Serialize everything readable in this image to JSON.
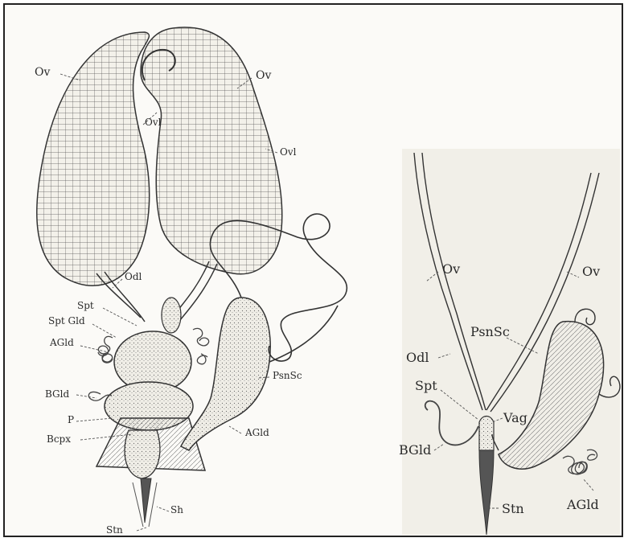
{
  "left_figure": {
    "labels": {
      "ov_left": "Ov",
      "ov_right": "Ov",
      "ovl_top": "Ovl",
      "ovl_right": "Ovl",
      "odl": "Odl",
      "spt": "Spt",
      "spt_gld": "Spt Gld",
      "agld_left": "AGld",
      "bgld": "BGld",
      "p": "P",
      "bcpx": "Bcpx",
      "sh": "Sh",
      "stn": "Stn",
      "psnsc": "PsnSc",
      "agld_right": "AGld"
    }
  },
  "right_figure": {
    "labels": {
      "ov_left": "Ov",
      "ov_right": "Ov",
      "psnsc": "PsnSc",
      "odl": "Odl",
      "spt": "Spt",
      "vag": "Vag",
      "bgld": "BGld",
      "stn": "Stn",
      "agld": "AGld"
    }
  },
  "colors": {
    "ink": "#2a2a2a",
    "paper": "#fbfaf7",
    "border": "#222222"
  }
}
